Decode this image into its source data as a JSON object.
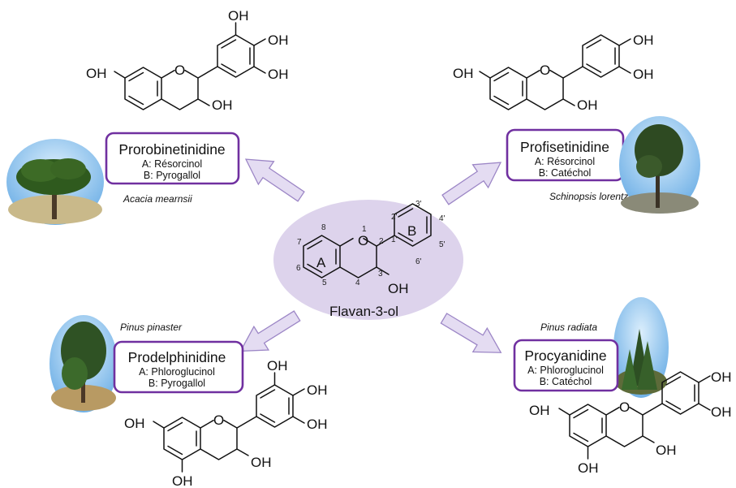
{
  "center": {
    "name": "Flavan-3-ol",
    "ring_a": "A",
    "ring_b": "B",
    "oh": "OH",
    "positions": {
      "p1": "1",
      "p2": "2",
      "p3": "3",
      "p4": "4",
      "p5": "5",
      "p6": "6",
      "p7": "7",
      "p8": "8",
      "p1p": "1'",
      "p2p": "2'",
      "p3p": "3'",
      "p4p": "4'",
      "p5p": "5'",
      "p6p": "6'"
    },
    "colors": {
      "ellipse": "#ddd3ec"
    }
  },
  "chem": {
    "oh": "OH",
    "o": "O"
  },
  "classes": {
    "prorobinetinidine": {
      "title": "Prorobinetinidine",
      "ring_a": "A: Résorcinol",
      "ring_b": "B: Pyrogallol",
      "species": "Acacia mearnsii"
    },
    "profisetinidine": {
      "title": "Profisetinidine",
      "ring_a": "A: Résorcinol",
      "ring_b": "B: Catéchol",
      "species": "Schinopsis lorentzii"
    },
    "prodelphinidine": {
      "title": "Prodelphinidine",
      "ring_a": "A: Phloroglucinol",
      "ring_b": "B: Pyrogallol",
      "species": "Pinus pinaster"
    },
    "procyanidine": {
      "title": "Procyanidine",
      "ring_a": "A: Phloroglucinol",
      "ring_b": "B: Catéchol",
      "species": "Pinus radiata"
    }
  },
  "colors": {
    "box_border": "#7030a0",
    "arrow_fill": "#e4dcf2",
    "arrow_stroke": "#9c86c6"
  },
  "icons": [
    "tree-photo-acacia",
    "tree-photo-schinopsis",
    "tree-photo-pinus-pinaster",
    "tree-photo-pinus-radiata"
  ]
}
